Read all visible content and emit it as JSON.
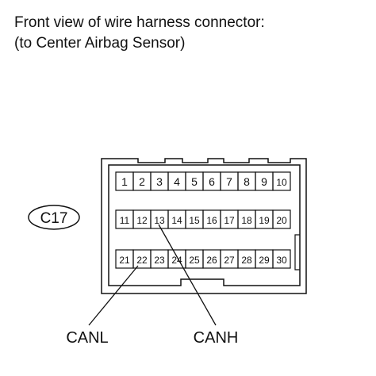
{
  "caption": {
    "line1": "Front view of wire harness connector:",
    "line2": "(to Center Airbag Sensor)"
  },
  "connector": {
    "code": "C17",
    "rows": [
      [
        "1",
        "2",
        "3",
        "4",
        "5",
        "6",
        "7",
        "8",
        "9",
        "10"
      ],
      [
        "11",
        "12",
        "13",
        "14",
        "15",
        "16",
        "17",
        "18",
        "19",
        "20"
      ],
      [
        "21",
        "22",
        "23",
        "24",
        "25",
        "26",
        "27",
        "28",
        "29",
        "30"
      ]
    ]
  },
  "signals": [
    {
      "label": "CANL",
      "pin": "22"
    },
    {
      "label": "CANH",
      "pin": "13"
    }
  ]
}
